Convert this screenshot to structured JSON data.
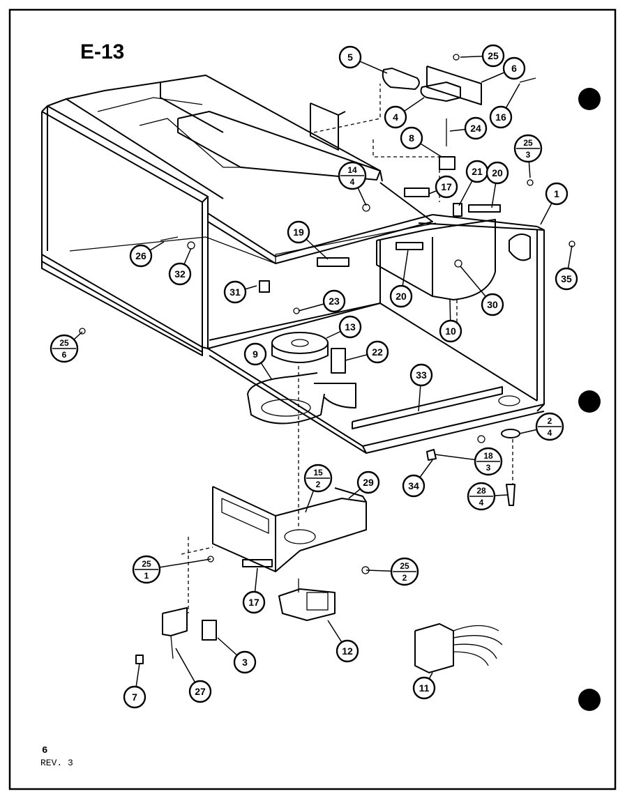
{
  "title": "E-13",
  "footer": {
    "page": "6",
    "revision": "REV. 3"
  },
  "callouts": [
    {
      "label": "5"
    },
    {
      "label": "25"
    },
    {
      "label": "6"
    },
    {
      "label": "4"
    },
    {
      "label": "16"
    },
    {
      "label": "24"
    },
    {
      "label": "8"
    },
    {
      "label": "25",
      "sub": "3"
    },
    {
      "label": "14",
      "sub": "4"
    },
    {
      "label": "17"
    },
    {
      "label": "21"
    },
    {
      "label": "20"
    },
    {
      "label": "1"
    },
    {
      "label": "19"
    },
    {
      "label": "26"
    },
    {
      "label": "32"
    },
    {
      "label": "31"
    },
    {
      "label": "23"
    },
    {
      "label": "20"
    },
    {
      "label": "30"
    },
    {
      "label": "35"
    },
    {
      "label": "10"
    },
    {
      "label": "13"
    },
    {
      "label": "9"
    },
    {
      "label": "22"
    },
    {
      "label": "25",
      "sub": "6"
    },
    {
      "label": "33"
    },
    {
      "label": "2",
      "sub": "4"
    },
    {
      "label": "18",
      "sub": "3"
    },
    {
      "label": "34"
    },
    {
      "label": "28",
      "sub": "4"
    },
    {
      "label": "15",
      "sub": "2"
    },
    {
      "label": "29"
    },
    {
      "label": "25",
      "sub": "1"
    },
    {
      "label": "25",
      "sub": "2"
    },
    {
      "label": "17"
    },
    {
      "label": "12"
    },
    {
      "label": "3"
    },
    {
      "label": "27"
    },
    {
      "label": "7"
    },
    {
      "label": "11"
    }
  ]
}
